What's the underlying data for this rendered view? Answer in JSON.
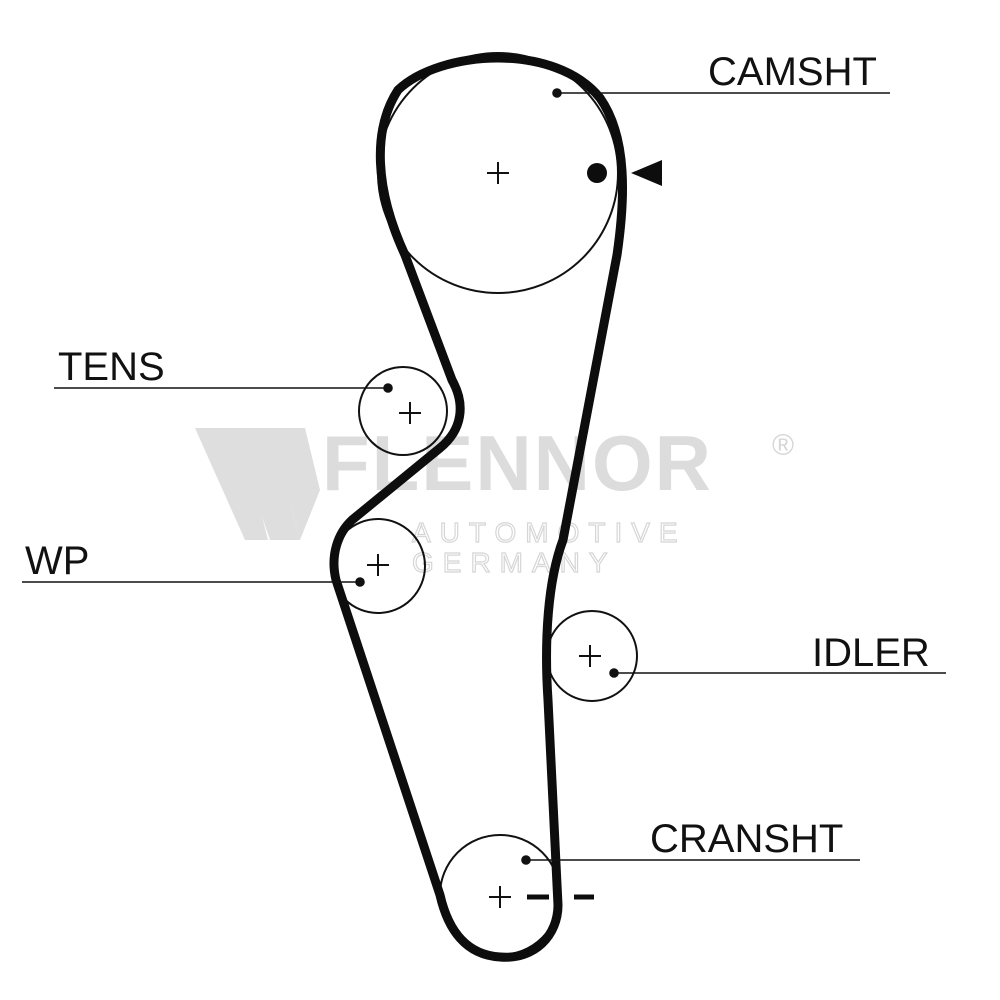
{
  "labels": {
    "camshaft": "CAMSHT",
    "tensioner": "TENS",
    "water_pump": "WP",
    "idler": "IDLER",
    "crankshaft": "CRANSHT"
  },
  "watermark": {
    "brand": "FLENNOR",
    "registered": "®",
    "line1": "AUTOMOTIVE",
    "line2": "GERMANY"
  },
  "colors": {
    "belt": "#0d0d0d",
    "pulley_outline": "#111111",
    "watermark": "#dcdcdc"
  },
  "icons": {
    "timing_mark": "triangle-pointer-icon",
    "center": "plus-icon"
  }
}
